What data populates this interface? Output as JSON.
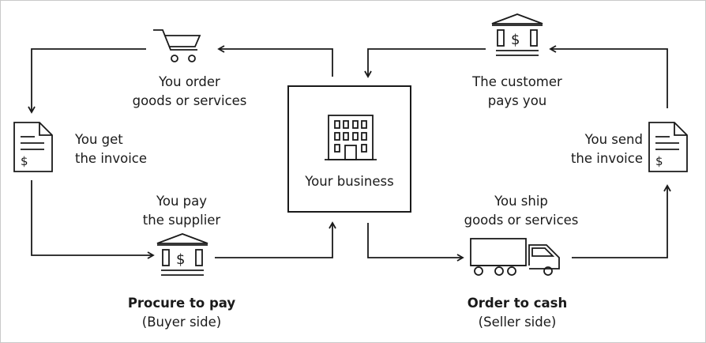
{
  "center": {
    "label": "Your business"
  },
  "steps": {
    "order": "You order\ngoods or services",
    "get_invoice": "You get\nthe invoice",
    "pay_supplier": "You pay\nthe supplier",
    "customer_pays": "The customer\npays you",
    "send_invoice": "You send\nthe invoice",
    "ship": "You ship\ngoods or services"
  },
  "cycles": {
    "procure": {
      "title": "Procure to pay",
      "subtitle": "(Buyer side)"
    },
    "order_cash": {
      "title": "Order to cash",
      "subtitle": "(Seller side)"
    }
  },
  "icons": {
    "cart": "cart-icon",
    "document_left": "invoice-icon",
    "bank_left": "bank-icon",
    "bank_right": "bank-icon",
    "document_right": "invoice-icon",
    "truck": "truck-icon",
    "building": "building-icon"
  },
  "colors": {
    "line": "#1a1a1a",
    "frame": "#c9c9c9"
  }
}
